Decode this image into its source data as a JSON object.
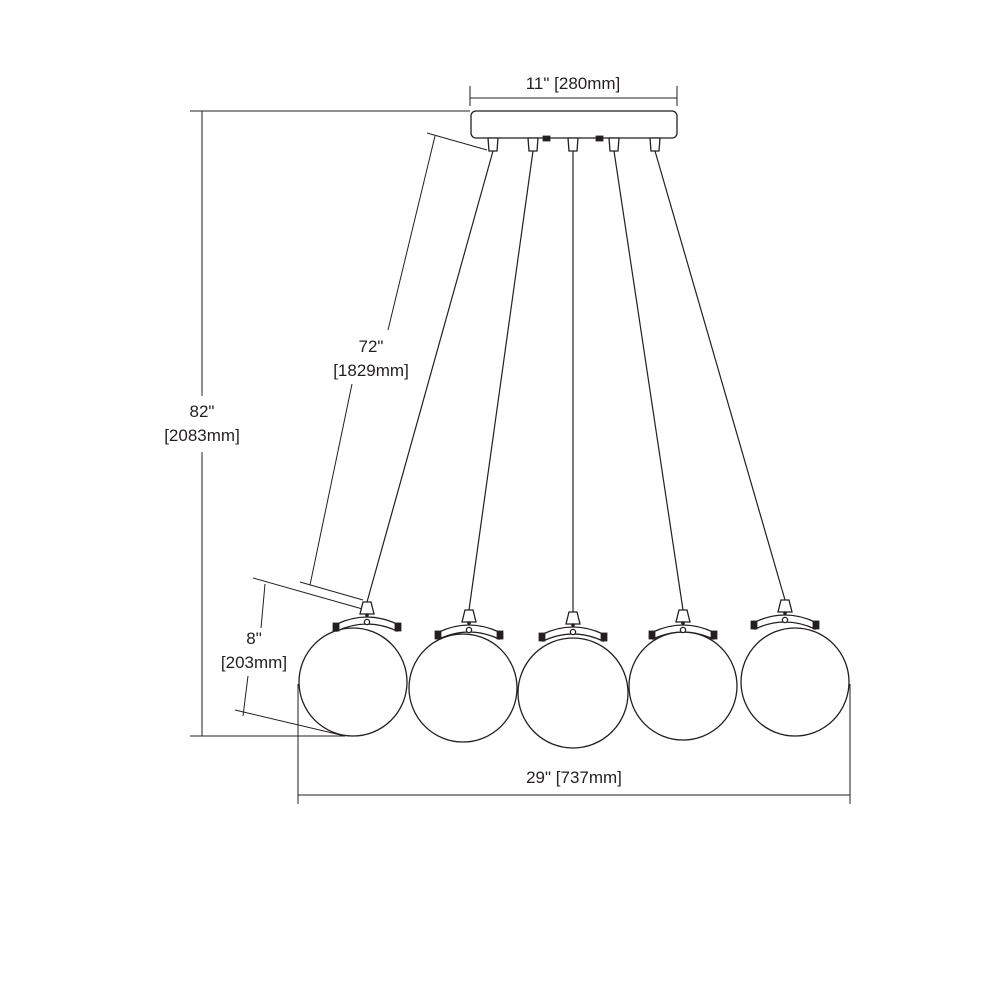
{
  "dimensions": {
    "canopy_width": {
      "imperial": "11\"",
      "metric": "[280mm]"
    },
    "cord_length": {
      "imperial": "72\"",
      "metric": "[1829mm]"
    },
    "overall_height": {
      "imperial": "82\"",
      "metric": "[2083mm]"
    },
    "globe_height": {
      "imperial": "8\"",
      "metric": "[203mm]"
    },
    "overall_width": {
      "label": "29\" [737mm]"
    }
  },
  "pendants": {
    "count": 5
  },
  "colors": {
    "line": "#231f20",
    "background": "#ffffff"
  }
}
